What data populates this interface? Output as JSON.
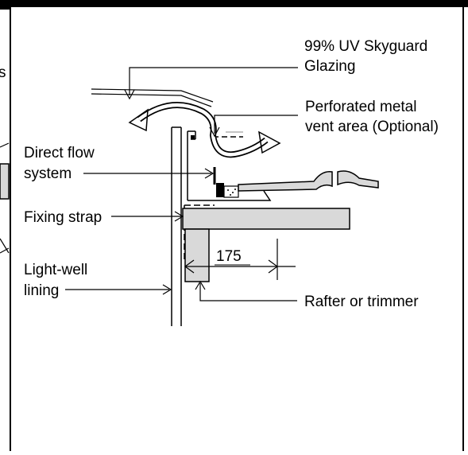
{
  "labels": {
    "glazing_line1": "99% UV Skyguard",
    "glazing_line2": "Glazing",
    "vent_line1": "Perforated metal",
    "vent_line2": "vent area (Optional)",
    "direct_flow_line1": "Direct flow",
    "direct_flow_line2": "system",
    "fixing_strap": "Fixing strap",
    "lightwell_line1": "Light-well",
    "lightwell_line2": "lining",
    "rafter": "Rafter or trimmer",
    "left_edge_fragment": "s"
  },
  "dimension": {
    "value": "175"
  },
  "colors": {
    "line": "#000000",
    "member_fill": "#d9d9d9",
    "background": "#ffffff"
  }
}
